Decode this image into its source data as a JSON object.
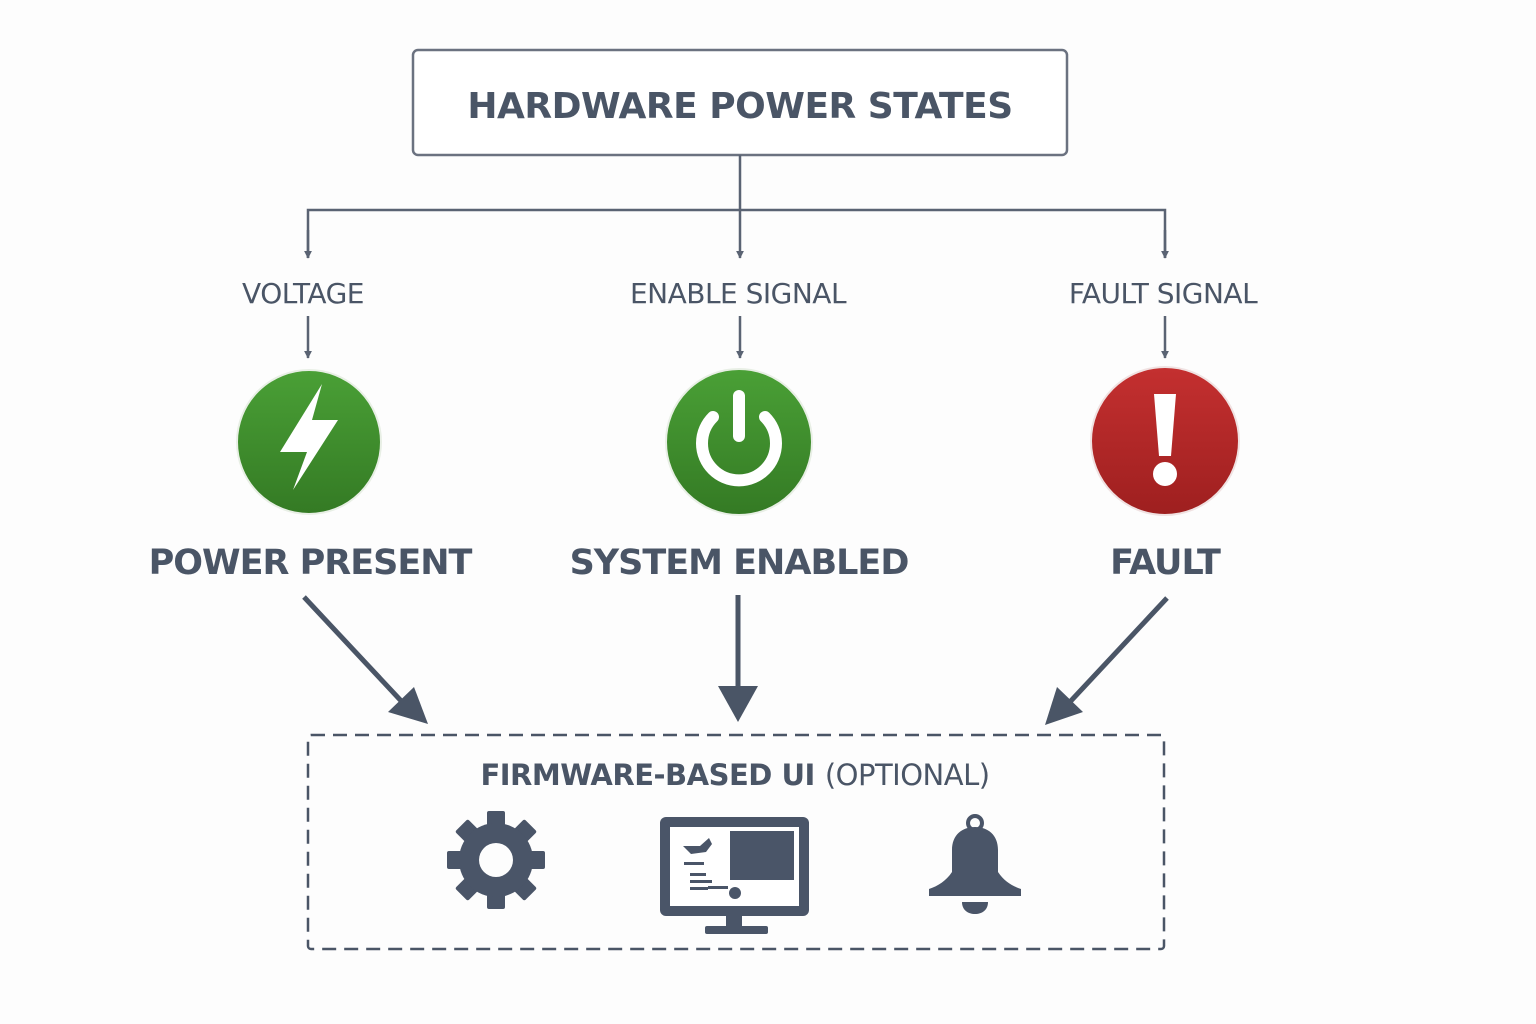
{
  "title": "HARDWARE POWER STATES",
  "signals": {
    "voltage": "VOLTAGE",
    "enable": "ENABLE SIGNAL",
    "fault": "FAULT SIGNAL"
  },
  "states": {
    "power": {
      "label": "POWER PRESENT",
      "icon": "lightning-bolt-icon",
      "color": "#3f8f2c"
    },
    "enabled": {
      "label": "SYSTEM ENABLED",
      "icon": "power-icon",
      "color": "#3f8f2c"
    },
    "fault": {
      "label": "FAULT",
      "icon": "exclamation-icon",
      "color": "#b32626"
    }
  },
  "firmware": {
    "title": "FIRMWARE-BASED UI",
    "optional": "(OPTIONAL)",
    "icons": [
      "gear-icon",
      "monitor-icon",
      "bell-icon"
    ]
  },
  "colors": {
    "line": "#5a6373",
    "text": "#4a5566",
    "icon": "#4a5568",
    "green": "#3f8f2c",
    "red": "#b32626"
  }
}
